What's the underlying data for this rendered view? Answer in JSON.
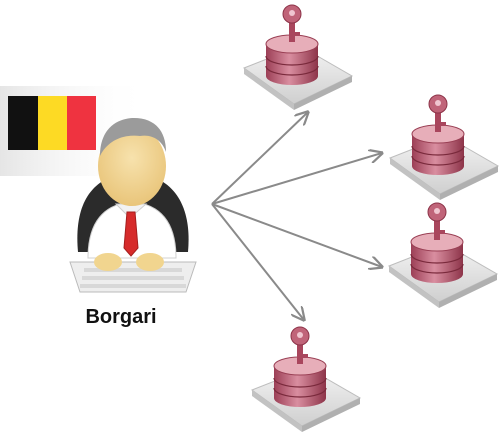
{
  "user": {
    "name": "Borgari",
    "flag_colors": [
      "#111111",
      "#FDDA24",
      "#EF3340"
    ]
  },
  "icons": {
    "user": "person-at-keyboard-icon",
    "database": "locked-database-icon"
  },
  "databases": [
    {
      "id": "db-1"
    },
    {
      "id": "db-2"
    },
    {
      "id": "db-3"
    },
    {
      "id": "db-4"
    }
  ],
  "colors": {
    "arrow": "#8a8a8a",
    "db_body": "#c46a7e",
    "db_tray": "#e6e6e6",
    "shirt": "#ffffff",
    "tie": "#d62b2b",
    "skin": "#f1d58f",
    "hair": "#9b9b9b"
  }
}
